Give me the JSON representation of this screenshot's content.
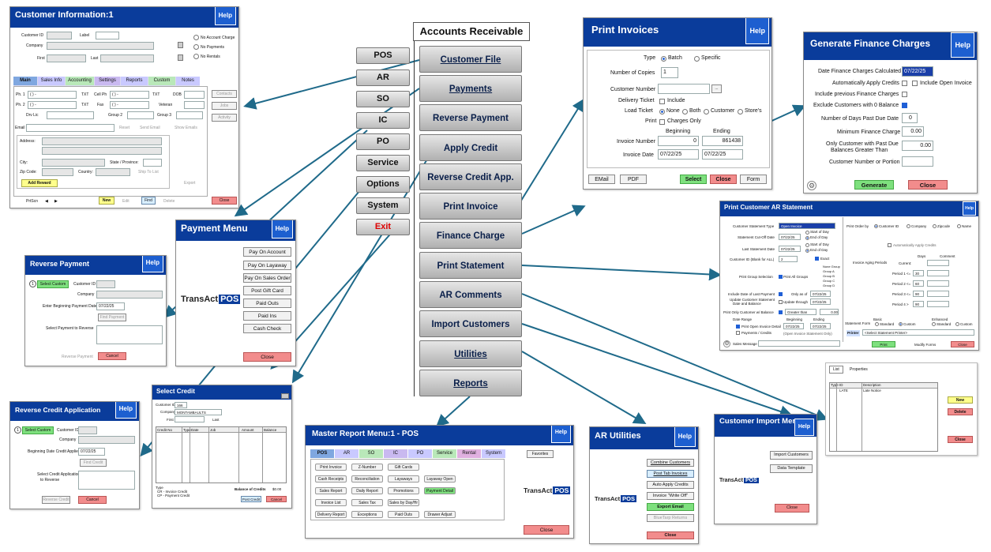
{
  "main_menu": {
    "title": "Accounts Receivable",
    "left": [
      "POS",
      "AR",
      "SO",
      "IC",
      "PO",
      "Service",
      "Options",
      "System",
      "Exit"
    ],
    "items": [
      "Customer File",
      "Payments",
      "Reverse Payment",
      "Apply Credit",
      "Reverse Credit App.",
      "Print Invoice",
      "Finance Charge",
      "Print Statement",
      "AR Comments",
      "Import Customers",
      "Utilities",
      "Reports"
    ]
  },
  "customer": {
    "title": "Customer Information:1",
    "help": "Help",
    "dash": "–",
    "customer_id": "Customer ID",
    "label": "Label",
    "company": "Company",
    "first": "First",
    "last": "Last",
    "checks": [
      "No Account Charge",
      "No Payments",
      "No Rentals"
    ],
    "tabs": [
      "Main",
      "Sales Info",
      "Accounting",
      "Settings",
      "Reports",
      "Custom",
      "Notes"
    ],
    "ph1": "Ph. 1",
    "ph1v": "(   )   -",
    "txt": "TXT",
    "cell": "Cell Ph",
    "cellv": "(   )   -",
    "txt2": "TXT",
    "dob": "DOB",
    "ph2": "Ph. 2",
    "ph2v": "(   )   -",
    "txt3": "TXT",
    "fax": "Fax",
    "faxv": "(   )   -",
    "veteran": "Veteran",
    "drv": "Drv Lic",
    "group2": "Group 2",
    "group3": "Group 3",
    "email": "Email",
    "reset": "Reset",
    "send_email": "Send Email",
    "show_emails": "Show Emails",
    "address": "Address:",
    "city": "City:",
    "state": "State / Province:",
    "zip": "Zip Code:",
    "country": "Country:",
    "ship": "Ship To List",
    "export": "Export",
    "add_reward": "Add Reward",
    "side": [
      "Contacts",
      "Jobs",
      "Activity"
    ],
    "bottom": {
      "prtscn": "PrtScn",
      "new": "New",
      "edit": "Edit",
      "find": "Find",
      "delete": "Delete",
      "close": "Close"
    }
  },
  "payment_menu": {
    "title": "Payment Menu",
    "help": "Help",
    "logo": "TransAct",
    "logo2": "POS",
    "items": [
      "Pay On Account",
      "Pay On Layaway",
      "Pay On Sales Order",
      "Post Gift Card",
      "Paid Outs",
      "Paid Ins",
      "Cash Check"
    ],
    "close": "Close"
  },
  "reverse_payment": {
    "title": "Reverse Payment",
    "help": "Help",
    "num": "1",
    "select": "Select Custom",
    "customer_id": "Customer ID",
    "company": "Company",
    "begin": "Enter Beginning Payment Date",
    "date": "07/22/25",
    "find": "Find Payment",
    "select_pay": "Select Payment to Reverse",
    "reverse": "Reverse Payment",
    "cancel": "Cancel"
  },
  "reverse_credit": {
    "title": "Reverse Credit Application",
    "help": "Help",
    "num": "1",
    "select": "Select Custom",
    "customer_id": "Customer ID",
    "company": "Company",
    "begin": "Beginning Date Credit Applied",
    "date": "07/22/25",
    "find": "Find Credit",
    "select_app": "Select Credit Application",
    "to_reverse": "to Reverse",
    "reverse": "Reverse Credit",
    "cancel": "Cancel"
  },
  "select_credit": {
    "title": "Select Credit",
    "customer_id": "Customer ID",
    "id_val": "166",
    "company": "Company",
    "company_val": "MONTAMBAULTS",
    "first": "First",
    "last": "Last",
    "cols": [
      "Credit No",
      "Type",
      "Date",
      "Job",
      "Amount",
      "Balance"
    ],
    "type": "Type",
    "type1": "CR - Invoice Credit",
    "type2": "CP - Payment Credit",
    "balance": "Balance of Credits",
    "balance_val": "$0.00",
    "post": "Post Credit",
    "cancel": "Cancel"
  },
  "print_invoices": {
    "title": "Print Invoices",
    "help": "Help",
    "type": "Type",
    "batch": "Batch",
    "specific": "Specific",
    "copies": "Number of Copies",
    "copies_val": "1",
    "cust_num": "Customer Number",
    "delivery": "Delivery Ticket",
    "include": "Include",
    "load": "Load Ticket",
    "none": "None",
    "both": "Both",
    "customer": "Customer",
    "stores": "Store's",
    "print": "Print",
    "charges": "Charges Only",
    "beginning": "Beginning",
    "ending": "Ending",
    "inv_num": "Invoice Number",
    "inv_b": "0",
    "inv_e": "861438",
    "inv_date": "Invoice Date",
    "date_b": "07/22/25",
    "date_e": "07/22/25",
    "email": "EMail",
    "pdf": "PDF",
    "select": "Select",
    "close": "Close",
    "form": "Form"
  },
  "finance": {
    "title": "Generate Finance Charges",
    "help": "Help",
    "date_calc": "Date Finance Charges Calculated",
    "date_val": "07/22/25",
    "auto": "Automatically Apply Credits",
    "inc_open": "Include Open Invoice",
    "inc_prev": "Include previous Finance Charges",
    "excl": "Exclude Customers with 0 Balance",
    "days": "Number of Days Past Due Date",
    "days_val": "0",
    "min": "Minimum Finance Charge",
    "min_val": "0.00",
    "only1": "Only Customer with Past Due",
    "only2": "Balances Greater Than",
    "only_val": "0.00",
    "cust": "Customer Number or Portion",
    "generate": "Generate",
    "close": "Close"
  },
  "statement": {
    "title": "Print Customer AR Statement",
    "help": "Help",
    "stype": "Customer Statement Type",
    "stype_val": "Open Invoice",
    "cutoff": "Statement Cut-Off Date",
    "cutoff_val": "07/22/25",
    "sod": "Start of Day",
    "eod": "End of Day",
    "last": "Last Statement Date",
    "last_val": "07/22/25",
    "cid": "Customer ID (Blank for ALL)",
    "cid_val": "2",
    "exact": "Exact",
    "pgs": "Print Group Selection",
    "pag": "Print All Groups",
    "groups": [
      "None Group",
      "Group A",
      "Group B",
      "Group C",
      "Group D"
    ],
    "incl": "Include Date of Last Payment",
    "only_as": "Only as of",
    "only_as_val": "07/22/25",
    "upd1": "Update Customer Statement",
    "upd2": "Date and Balance",
    "upd_thr": "Update through",
    "upd_val": "07/22/25",
    "ponly": "Print Only Customer w/ Balance",
    "gt": "Greater than",
    "gt_val": "0.00",
    "drange": "Date Range",
    "beginning": "Beginning",
    "ending": "Ending",
    "poid": "Print Open Invoice Detail",
    "pc": "Payments / Credits",
    "b_val": "07/22/25",
    "e_val": "07/22/25",
    "oisd": "(Open Invoice Statement Only)",
    "sales_msg": "Sales Message",
    "print_order": "Print Order by",
    "po": [
      "Customer ID",
      "Company",
      "Zipcode",
      "Name"
    ],
    "auto": "Automatically Apply Credits",
    "days": "Days",
    "comment": "Comment",
    "aging": "Invoice Aging Periods",
    "current": "Current:",
    "p": [
      "Period 1 <=",
      "Period 2 <=",
      "Period 3 <=",
      "Period 4 >"
    ],
    "pv": [
      "30",
      "60",
      "90",
      "90"
    ],
    "sform": "Statement Form",
    "basic": "Basic",
    "enhanced": "Enhanced",
    "standard": "Standard",
    "custom": "Custom",
    "printer": "Printer",
    "printer_val": "<Select Statement Printer>",
    "print": "Print",
    "modify": "Modify Forms",
    "close": "Close"
  },
  "properties": {
    "tab": "List",
    "title": "Properties",
    "type": "Type ID",
    "desc": "Description",
    "row_type": "LATE",
    "row_desc": "Late Notice",
    "new": "New",
    "delete": "Delete",
    "close": "Close"
  },
  "master": {
    "title": "Master Report Menu:1  -  POS",
    "help": "Help",
    "tabs": [
      "POS",
      "AR",
      "SO",
      "IC",
      "PO",
      "Service",
      "Rental",
      "System"
    ],
    "favorites": "Favorites",
    "buttons": [
      "Print Invoice",
      "Z-Number",
      "Gift Cards",
      "Cash Receipts",
      "Reconciliation",
      "Layaways",
      "Layaway Open",
      "Sales Report",
      "Daily Report",
      "Promotions",
      "Payment Detail",
      "Invoice List",
      "Sales Tax",
      "Sales by Day/Hr",
      "Delivery Report",
      "Exceptions",
      "Paid Outs",
      "Drawer Adjust"
    ],
    "logo": "TransAct",
    "logo2": "POS",
    "close": "Close"
  },
  "utilities": {
    "title": "AR Utilities",
    "help": "Help",
    "logo": "TransAct",
    "logo2": "POS",
    "items": [
      "Combine Customers",
      "Post Tab Invoices",
      "Auto Apply Credits",
      "Invoice \"Write Off\"",
      "Export Email",
      "BlueTarp Returns"
    ],
    "close": "Close"
  },
  "import": {
    "title": "Customer Import Menu",
    "help": "Help",
    "logo": "TransAct",
    "logo2": "POS",
    "items": [
      "Import Customers",
      "Data Template"
    ],
    "close": "Close"
  }
}
